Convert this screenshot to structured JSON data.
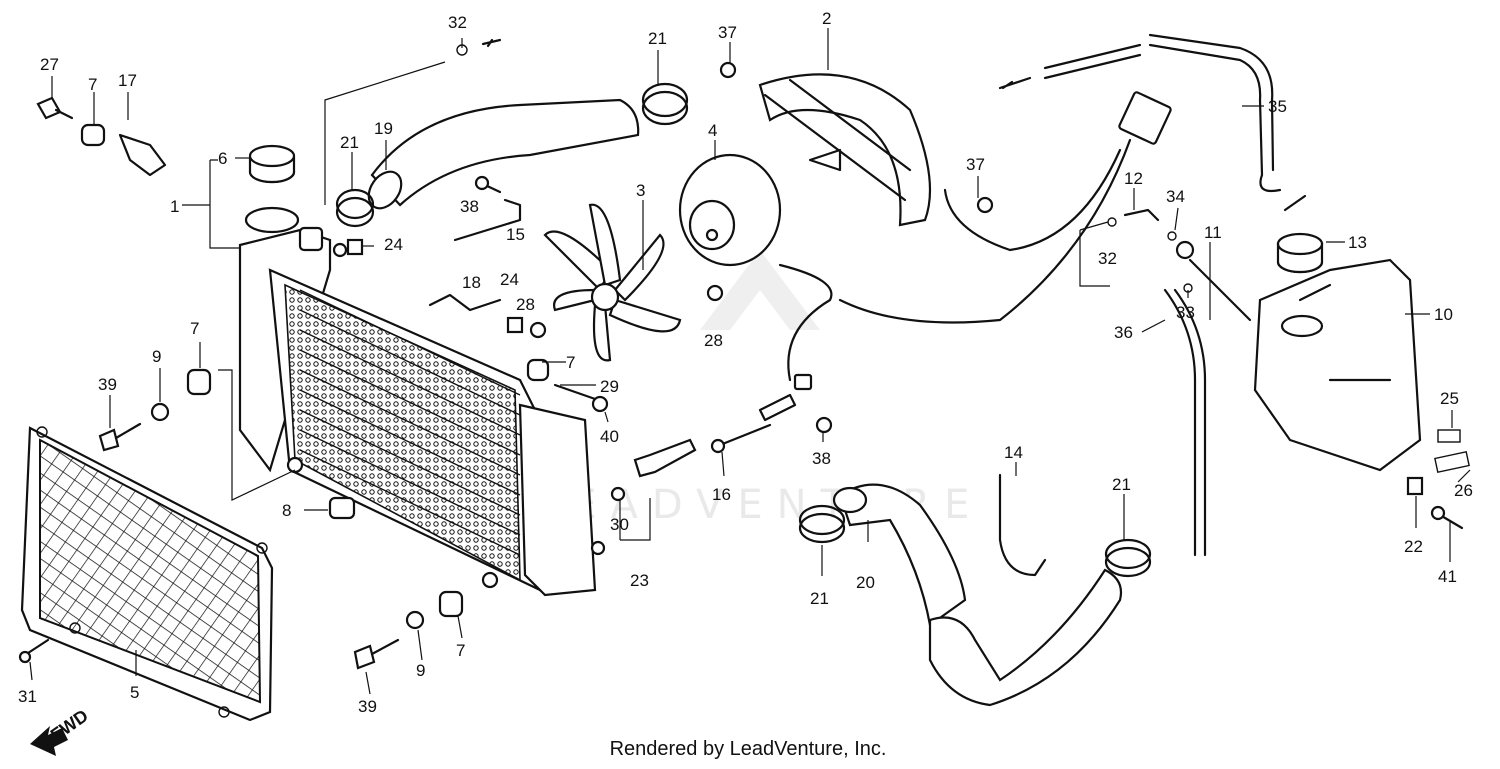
{
  "callouts": [
    {
      "id": "c27",
      "label": "27"
    },
    {
      "id": "c7a",
      "label": "7"
    },
    {
      "id": "c17",
      "label": "17"
    },
    {
      "id": "c6",
      "label": "6"
    },
    {
      "id": "c1",
      "label": "1"
    },
    {
      "id": "c32a",
      "label": "32"
    },
    {
      "id": "c21a",
      "label": "21"
    },
    {
      "id": "c19",
      "label": "19"
    },
    {
      "id": "c21b",
      "label": "21"
    },
    {
      "id": "c24a",
      "label": "24"
    },
    {
      "id": "c38a",
      "label": "38"
    },
    {
      "id": "c15",
      "label": "15"
    },
    {
      "id": "c37a",
      "label": "37"
    },
    {
      "id": "c2",
      "label": "2"
    },
    {
      "id": "c4",
      "label": "4"
    },
    {
      "id": "c3",
      "label": "3"
    },
    {
      "id": "c18",
      "label": "18"
    },
    {
      "id": "c24b",
      "label": "24"
    },
    {
      "id": "c28a",
      "label": "28"
    },
    {
      "id": "c28b",
      "label": "28"
    },
    {
      "id": "c7b",
      "label": "7"
    },
    {
      "id": "c29",
      "label": "29"
    },
    {
      "id": "c40",
      "label": "40"
    },
    {
      "id": "c7c",
      "label": "7"
    },
    {
      "id": "c9a",
      "label": "9"
    },
    {
      "id": "c39a",
      "label": "39"
    },
    {
      "id": "c8",
      "label": "8"
    },
    {
      "id": "c38b",
      "label": "38"
    },
    {
      "id": "c16",
      "label": "16"
    },
    {
      "id": "c30",
      "label": "30"
    },
    {
      "id": "c23",
      "label": "23"
    },
    {
      "id": "c37b",
      "label": "37"
    },
    {
      "id": "c35",
      "label": "35"
    },
    {
      "id": "c12",
      "label": "12"
    },
    {
      "id": "c34",
      "label": "34"
    },
    {
      "id": "c32b",
      "label": "32"
    },
    {
      "id": "c11",
      "label": "11"
    },
    {
      "id": "c33",
      "label": "33"
    },
    {
      "id": "c13",
      "label": "13"
    },
    {
      "id": "c10",
      "label": "10"
    },
    {
      "id": "c36",
      "label": "36"
    },
    {
      "id": "c14",
      "label": "14"
    },
    {
      "id": "c21c",
      "label": "21"
    },
    {
      "id": "c20",
      "label": "20"
    },
    {
      "id": "c21d",
      "label": "21"
    },
    {
      "id": "c25",
      "label": "25"
    },
    {
      "id": "c26",
      "label": "26"
    },
    {
      "id": "c22",
      "label": "22"
    },
    {
      "id": "c41",
      "label": "41"
    },
    {
      "id": "c31",
      "label": "31"
    },
    {
      "id": "c5",
      "label": "5"
    },
    {
      "id": "c39b",
      "label": "39"
    },
    {
      "id": "c9b",
      "label": "9"
    },
    {
      "id": "c7d",
      "label": "7"
    }
  ],
  "fwd_label": "FWD",
  "watermark": "LEADVENTURE",
  "credit": "Rendered by LeadVenture, Inc."
}
